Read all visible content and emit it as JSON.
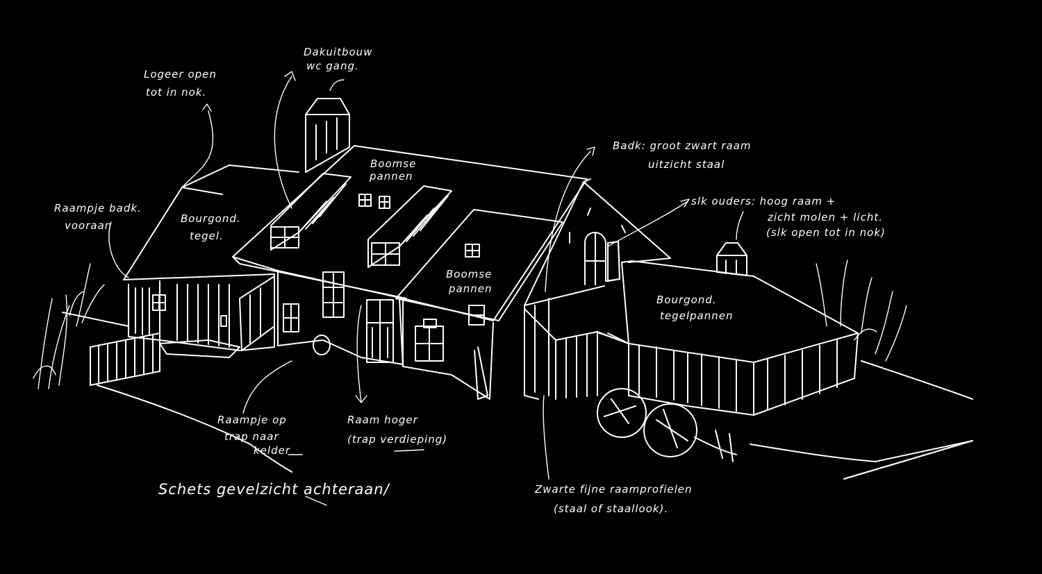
{
  "colors": {
    "background": "#000000",
    "ink": "#ffffff"
  },
  "annotations": {
    "loggia": [
      "Logeer open",
      "tot in nok."
    ],
    "dormer": [
      "Dakuitbouw",
      "wc gang."
    ],
    "bath": [
      "Badk: groot zwart raam",
      "uitzicht staal"
    ],
    "bedroom": [
      "slk ouders: hoog raam +",
      "zicht molen + licht.",
      "(slk open tot in nok)"
    ],
    "window_bath_front": [
      "Raampje badk.",
      "vooraan"
    ],
    "roof_left": [
      "Bourgond.",
      "tegel."
    ],
    "roof_main": [
      "Boomse",
      "pannen"
    ],
    "roof_middle": [
      "Boomse",
      "pannen"
    ],
    "roof_right": [
      "Bourgond.",
      "tegelpannen"
    ],
    "stair_window": [
      "Raampje op",
      "trap naar",
      "kelder"
    ],
    "window_higher": [
      "Raam hoger",
      "(trap verdieping)"
    ],
    "profiles": [
      "Zwarte fijne raamprofielen",
      "(staal of staallook)."
    ],
    "title": "Schets gevelzicht achteraan/"
  }
}
